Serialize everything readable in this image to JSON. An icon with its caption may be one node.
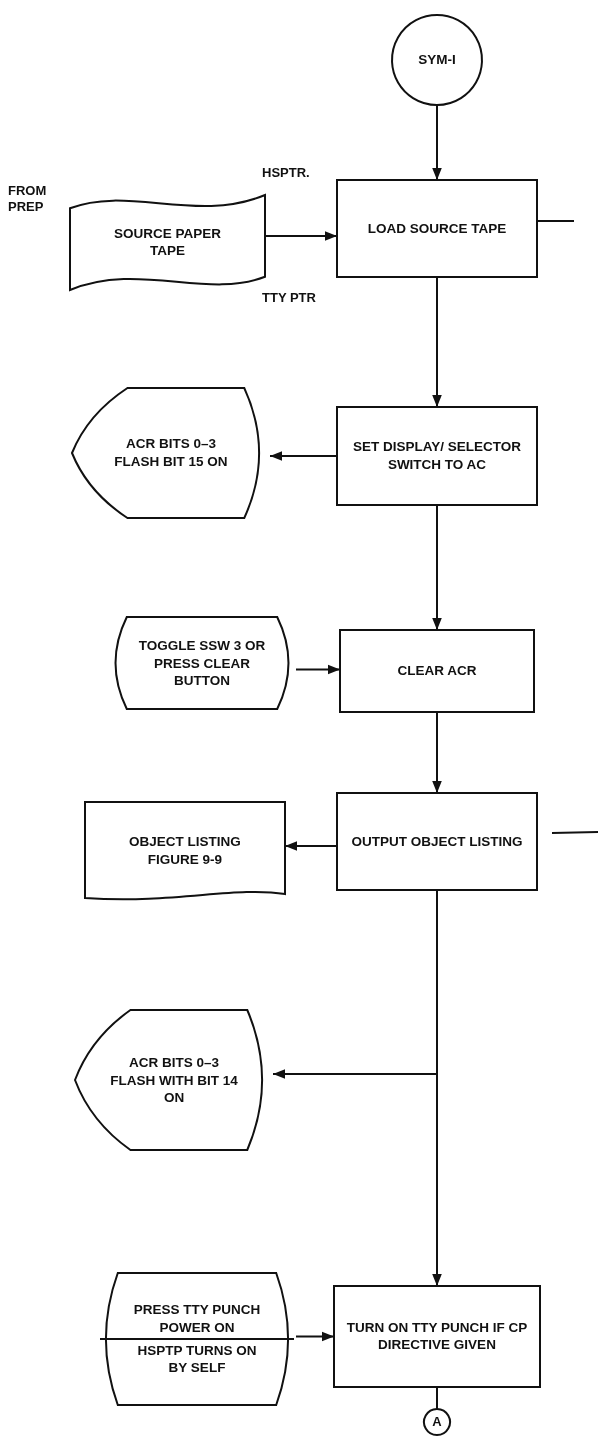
{
  "diagram": {
    "nodes": [
      {
        "text": [
          "SYM-I"
        ]
      },
      {
        "text": [
          "SOURCE PAPER TAPE"
        ],
        "beside": [
          "FROM PREP"
        ]
      },
      {
        "text": [
          "LOAD SOURCE TAPE"
        ]
      },
      {
        "text": [
          "ACR BITS 0–3 FLASH BIT 15 ON"
        ]
      },
      {
        "text": [
          "SET DISPLAY/ SELECTOR SWITCH TO AC"
        ]
      },
      {
        "text": [
          "TOGGLE SSW 3 OR PRESS CLEAR BUTTON"
        ]
      },
      {
        "text": [
          "CLEAR ACR"
        ]
      },
      {
        "text": [
          "OBJECT LISTING FIGURE 9-9"
        ]
      },
      {
        "text": [
          "OUTPUT OBJECT LISTING"
        ]
      },
      {
        "text": [
          "ACR BITS 0–3 FLASH WITH BIT 14 ON"
        ]
      },
      {
        "text": [
          "PRESS TTY PUNCH POWER ON",
          "HSPTP TURNS ON BY SELF"
        ]
      },
      {
        "text": [
          "TURN ON TTY PUNCH IF CP DIRECTIVE GIVEN"
        ]
      },
      {
        "text": [
          "A"
        ]
      }
    ],
    "edges": [
      {
        "from": 0,
        "to": 2,
        "arrow": "to"
      },
      {
        "from": 1,
        "to": 2,
        "arrow": "to"
      },
      {
        "from": 2,
        "to": 4,
        "arrow": "to"
      },
      {
        "from": 4,
        "to": 3,
        "arrow": "to"
      },
      {
        "from": 4,
        "to": 6,
        "arrow": "to"
      },
      {
        "from": 5,
        "to": 6,
        "arrow": "to"
      },
      {
        "from": 6,
        "to": 8,
        "arrow": "to"
      },
      {
        "from": 8,
        "to": 7,
        "arrow": "to"
      },
      {
        "from": 8,
        "to": 11,
        "arrow": "to"
      },
      {
        "from": 8,
        "to": 9,
        "arrow": "to"
      },
      {
        "from": 10,
        "to": 11,
        "arrow": "to"
      },
      {
        "from": 11,
        "to": 12,
        "arrow": "none"
      }
    ],
    "labels": [
      "HSPTR.",
      "TTY PTR"
    ]
  }
}
